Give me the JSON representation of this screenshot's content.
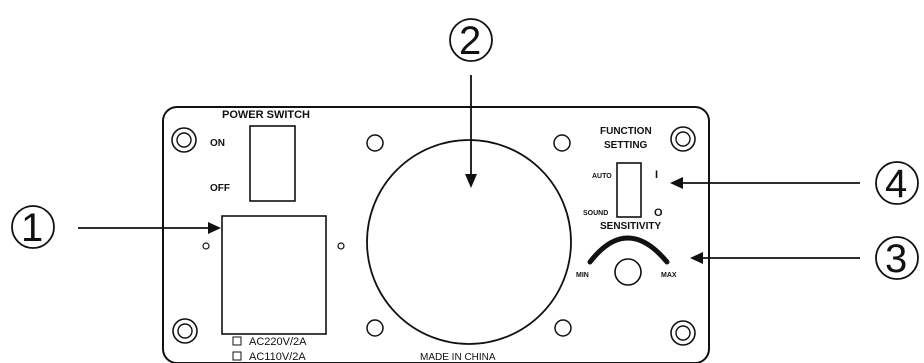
{
  "panel": {
    "power_switch": {
      "title": "POWER SWITCH",
      "on": "ON",
      "off": "OFF"
    },
    "voltage_options": [
      "AC220V/2A",
      "AC110V/2A"
    ],
    "made_in": "MADE IN CHINA",
    "function_setting": {
      "line1": "FUNCTION",
      "line2": "SETTING",
      "auto": "AUTO",
      "sound": "SOUND",
      "mark_on": "I",
      "mark_off": "O"
    },
    "sensitivity": {
      "title": "SENSITIVITY",
      "min": "MIN",
      "max": "MAX"
    }
  },
  "callouts": [
    "1",
    "2",
    "3",
    "4"
  ]
}
